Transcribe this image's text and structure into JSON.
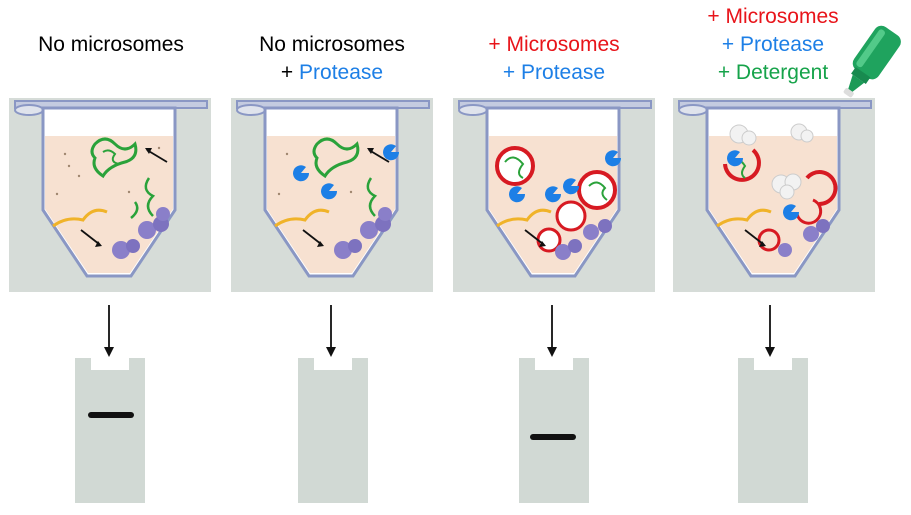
{
  "colors": {
    "black": "#000000",
    "microsomes": "#e8141a",
    "protease": "#1d7fe6",
    "detergent": "#16a34a",
    "panel": "#d6dcd8",
    "tube_outline": "#8a97c4",
    "solution": "#f7e1d1",
    "gel": "#d1d9d4",
    "band": "#111111"
  },
  "panels": [
    {
      "label_lines": [
        {
          "text": "No microsomes",
          "color": "black"
        }
      ],
      "band": true,
      "band_position": "upper"
    },
    {
      "label_lines": [
        {
          "text": "No microsomes",
          "color": "black"
        },
        {
          "prefix": "+ ",
          "text": "Protease",
          "color": "protease"
        }
      ],
      "band": false
    },
    {
      "label_lines": [
        {
          "prefix": "",
          "text": "+ Microsomes",
          "color": "microsomes"
        },
        {
          "prefix": "",
          "text": "+ Protease",
          "color": "protease"
        }
      ],
      "band": true,
      "band_position": "lower"
    },
    {
      "label_lines": [
        {
          "text": "+ Microsomes",
          "color": "microsomes"
        },
        {
          "text": "+ Protease",
          "color": "protease"
        },
        {
          "text": "+ Detergent",
          "color": "detergent"
        }
      ],
      "band": false
    }
  ],
  "icons": {
    "tube": "test-tube-illustration",
    "gel": "gel-lane",
    "arrow": "down-arrow",
    "bottle": "detergent-bottle"
  }
}
